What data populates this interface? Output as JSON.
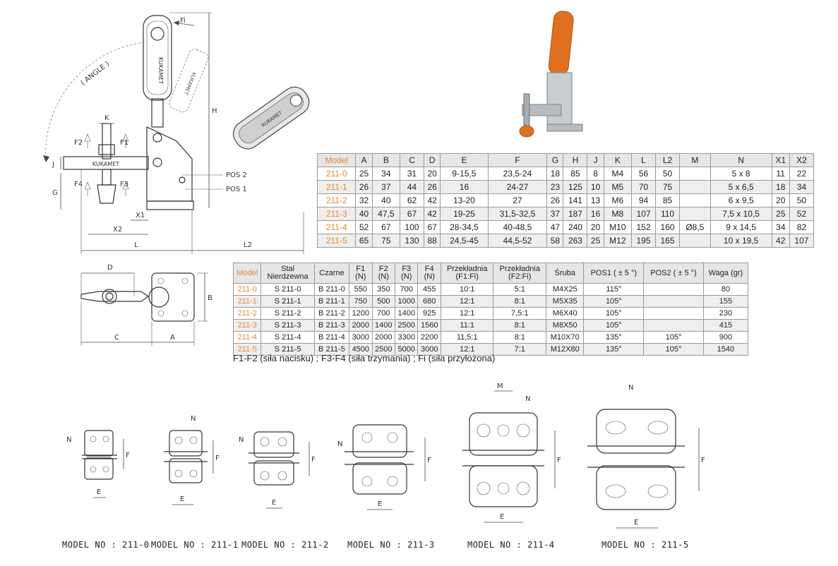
{
  "main_drawing": {
    "labels": {
      "angle": "( ANGLE )",
      "fi": "Fi",
      "h": "H",
      "k": "K",
      "f1": "F1",
      "f2": "F2",
      "f3": "F3",
      "f4": "F4",
      "j": "J",
      "g": "G",
      "x1": "X1",
      "x2": "X2",
      "l": "L",
      "l2": "L2",
      "pos2": "POS 2",
      "pos1": "POS 1",
      "brand": "KUKAMET"
    }
  },
  "top_view": {
    "labels": {
      "d": "D",
      "c": "C",
      "a": "A",
      "b": "B"
    }
  },
  "table1": {
    "headers": [
      "Model",
      "A",
      "B",
      "C",
      "D",
      "E",
      "F",
      "G",
      "H",
      "J",
      "K",
      "L",
      "L2",
      "M",
      "N",
      "X1",
      "X2"
    ],
    "rows": [
      [
        "211-0",
        "25",
        "34",
        "31",
        "20",
        "9-15,5",
        "23,5-24",
        "18",
        "85",
        "8",
        "M4",
        "56",
        "50",
        "",
        "5 x 8",
        "11",
        "22"
      ],
      [
        "211-1",
        "26",
        "37",
        "44",
        "26",
        "16",
        "24-27",
        "23",
        "125",
        "10",
        "M5",
        "70",
        "75",
        "",
        "5 x 6,5",
        "18",
        "34"
      ],
      [
        "211-2",
        "32",
        "40",
        "62",
        "42",
        "13-20",
        "27",
        "26",
        "141",
        "13",
        "M6",
        "94",
        "85",
        "",
        "6 x 9,5",
        "20",
        "50"
      ],
      [
        "211-3",
        "40",
        "47,5",
        "67",
        "42",
        "19-25",
        "31,5-32,5",
        "37",
        "187",
        "16",
        "M8",
        "107",
        "110",
        "",
        "7,5 x 10,5",
        "25",
        "52"
      ],
      [
        "211-4",
        "52",
        "67",
        "100",
        "67",
        "28-34,5",
        "40-48,5",
        "47",
        "240",
        "20",
        "M10",
        "152",
        "160",
        "Ø8,5",
        "9 x 14,5",
        "34",
        "82"
      ],
      [
        "211-5",
        "65",
        "75",
        "130",
        "88",
        "24,5-45",
        "44,5-52",
        "58",
        "263",
        "25",
        "M12",
        "195",
        "165",
        "",
        "10 x 19,5",
        "42",
        "107"
      ]
    ]
  },
  "table2": {
    "headers": [
      [
        "Model"
      ],
      [
        "Stal",
        "Nierdzewna"
      ],
      [
        "Czarne"
      ],
      [
        "F1",
        "(N)"
      ],
      [
        "F2",
        "(N)"
      ],
      [
        "F3",
        "(N)"
      ],
      [
        "F4",
        "(N)"
      ],
      [
        "Przekładnia",
        "(F1:Fi)"
      ],
      [
        "Przekładnia",
        "(F2:Fi)"
      ],
      [
        "Śruba"
      ],
      [
        "POS1 ( ± 5 °)"
      ],
      [
        "POS2 ( ± 5 °)"
      ],
      [
        "Waga (gr)"
      ]
    ],
    "rows": [
      [
        "211-0",
        "S 211-0",
        "B 211-0",
        "550",
        "350",
        "700",
        "455",
        "10:1",
        "5:1",
        "M4X25",
        "115°",
        "",
        "80"
      ],
      [
        "211-1",
        "S 211-1",
        "B 211-1",
        "750",
        "500",
        "1000",
        "680",
        "12:1",
        "8:1",
        "M5X35",
        "105°",
        "",
        "155"
      ],
      [
        "211-2",
        "S 211-2",
        "B 211-2",
        "1200",
        "700",
        "1400",
        "925",
        "12:1",
        "7,5:1",
        "M6X40",
        "105°",
        "",
        "230"
      ],
      [
        "211-3",
        "S 211-3",
        "B 211-3",
        "2000",
        "1400",
        "2500",
        "1560",
        "11:1",
        "8:1",
        "M8X50",
        "105°",
        "",
        "415"
      ],
      [
        "211-4",
        "S 211-4",
        "B 211-4",
        "3000",
        "2000",
        "3300",
        "2200",
        "11,5:1",
        "8:1",
        "M10X70",
        "135°",
        "105°",
        "900"
      ],
      [
        "211-5",
        "S 211-5",
        "B 211-5",
        "4500",
        "2500",
        "5000",
        "3000",
        "12:1",
        "7:1",
        "M12X80",
        "135°",
        "105°",
        "1540"
      ]
    ]
  },
  "note": "F1-F2 (siła nacisku) ; F3-F4 (siła trzymania) ; Fi (siła przyłożona)",
  "base_drawings": {
    "labels": {
      "n": "N",
      "m": "M",
      "e": "E",
      "f": "F"
    },
    "captions": [
      "MODEL  NO  :  211-0",
      "MODEL  NO  :  211-1",
      "MODEL  NO  :  211-2",
      "MODEL  NO  :  211-3",
      "MODEL  NO  :  211-4",
      "MODEL  NO  :  211-5"
    ]
  },
  "colors": {
    "model_orange": "#e8872c",
    "handle_orange": "#e0701f",
    "steel": "#b8bcc0",
    "table_header": "#e6e6e6",
    "table_alt_row": "#eeeeee"
  }
}
